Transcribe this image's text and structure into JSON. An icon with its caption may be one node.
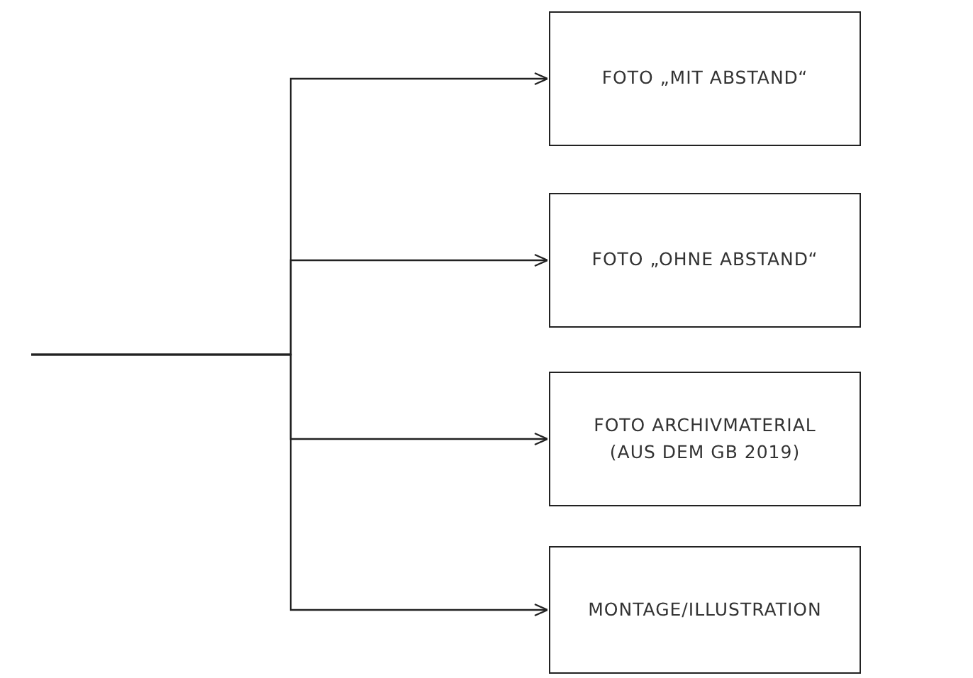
{
  "diagram": {
    "nodes": [
      {
        "text": [
          "FOTO „MIT ABSTAND“"
        ]
      },
      {
        "text": [
          "FOTO „OHNE ABSTAND“"
        ]
      },
      {
        "text": [
          "FOTO ARCHIVMATERIAL (AUS DEM GB 2019)"
        ]
      },
      {
        "text": [
          "MONTAGE/ILLUSTRATION"
        ]
      }
    ],
    "edges": [
      {
        "from": null,
        "to": 0,
        "arrow": "to"
      },
      {
        "from": null,
        "to": 1,
        "arrow": "to"
      },
      {
        "from": null,
        "to": 2,
        "arrow": "to"
      },
      {
        "from": null,
        "to": 3,
        "arrow": "to"
      }
    ]
  }
}
